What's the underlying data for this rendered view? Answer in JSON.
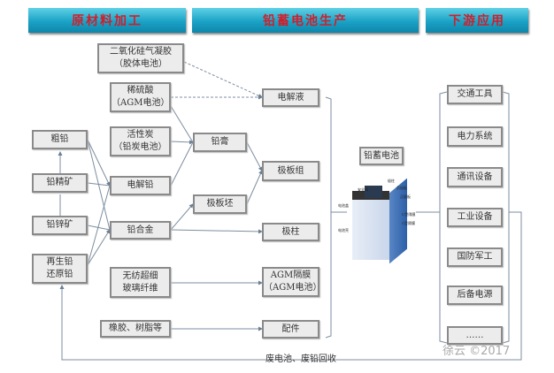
{
  "headers": [
    "原材料加工",
    "铅蓄电池生产",
    "下游应用"
  ],
  "raw": {
    "silica": [
      "二氧化硅气凝胶",
      "（胶体电池）"
    ],
    "acid": [
      "稀硫酸",
      "（AGM电池）"
    ],
    "carbon": [
      "活性炭",
      "（铅炭电池）"
    ],
    "crude_lead": "粗铅",
    "lead_conc": "铅精矿",
    "electro_lead": "电解铅",
    "pbzn_ore": "铅锌矿",
    "lead_alloy": "铅合金",
    "recycled": [
      "再生铅",
      "还原铅"
    ],
    "glassfiber": [
      "无纺超细",
      "玻璃纤维"
    ],
    "rubber": "橡胶、树脂等"
  },
  "prod": {
    "electrolyte": "电解液",
    "paste": "铅膏",
    "plate_group": "极板组",
    "plate_blank": "极板坯",
    "terminal": "极柱",
    "agm": [
      "AGM隔膜",
      "（AGM电池）"
    ],
    "parts": "配件",
    "battery": "铅蓄电池",
    "battery_labels": [
      "极柱",
      "安全阀",
      "负极板",
      "正极板",
      "电池盖",
      "U型隔膜",
      "C型隔膜",
      "电池壳"
    ]
  },
  "apps": [
    "交通工具",
    "电力系统",
    "通讯设备",
    "工业设备",
    "国防军工",
    "后备电源",
    "……"
  ],
  "recycle": "废电池、废铅回收",
  "watermark": "徐云 ©2017"
}
